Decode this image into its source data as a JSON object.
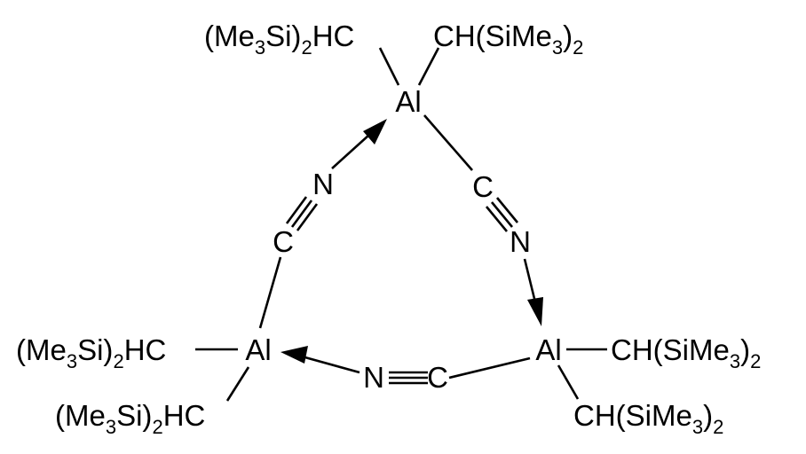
{
  "atoms": {
    "al_top": "Al",
    "al_left": "Al",
    "al_right": "Al",
    "c_left": "C",
    "n_left": "N",
    "c_right": "C",
    "n_right": "N",
    "n_bottom": "N",
    "c_bottom": "C"
  },
  "substituents": {
    "top_left": {
      "pre": "(Me",
      "sub1": "3",
      "mid": "Si)",
      "sub2": "2",
      "post": "HC"
    },
    "top_right": {
      "pre": "CH(SiMe",
      "sub1": "3",
      "mid": ")",
      "sub2": "2"
    },
    "left_upper": {
      "pre": "(Me",
      "sub1": "3",
      "mid": "Si)",
      "sub2": "2",
      "post": "HC"
    },
    "left_lower": {
      "pre": "(Me",
      "sub1": "3",
      "mid": "Si)",
      "sub2": "2",
      "post": "HC"
    },
    "right_upper": {
      "pre": "CH(SiMe",
      "sub1": "3",
      "mid": ")",
      "sub2": "2"
    },
    "right_lower": {
      "pre": "CH(SiMe",
      "sub1": "3",
      "mid": ")",
      "sub2": "2"
    }
  }
}
